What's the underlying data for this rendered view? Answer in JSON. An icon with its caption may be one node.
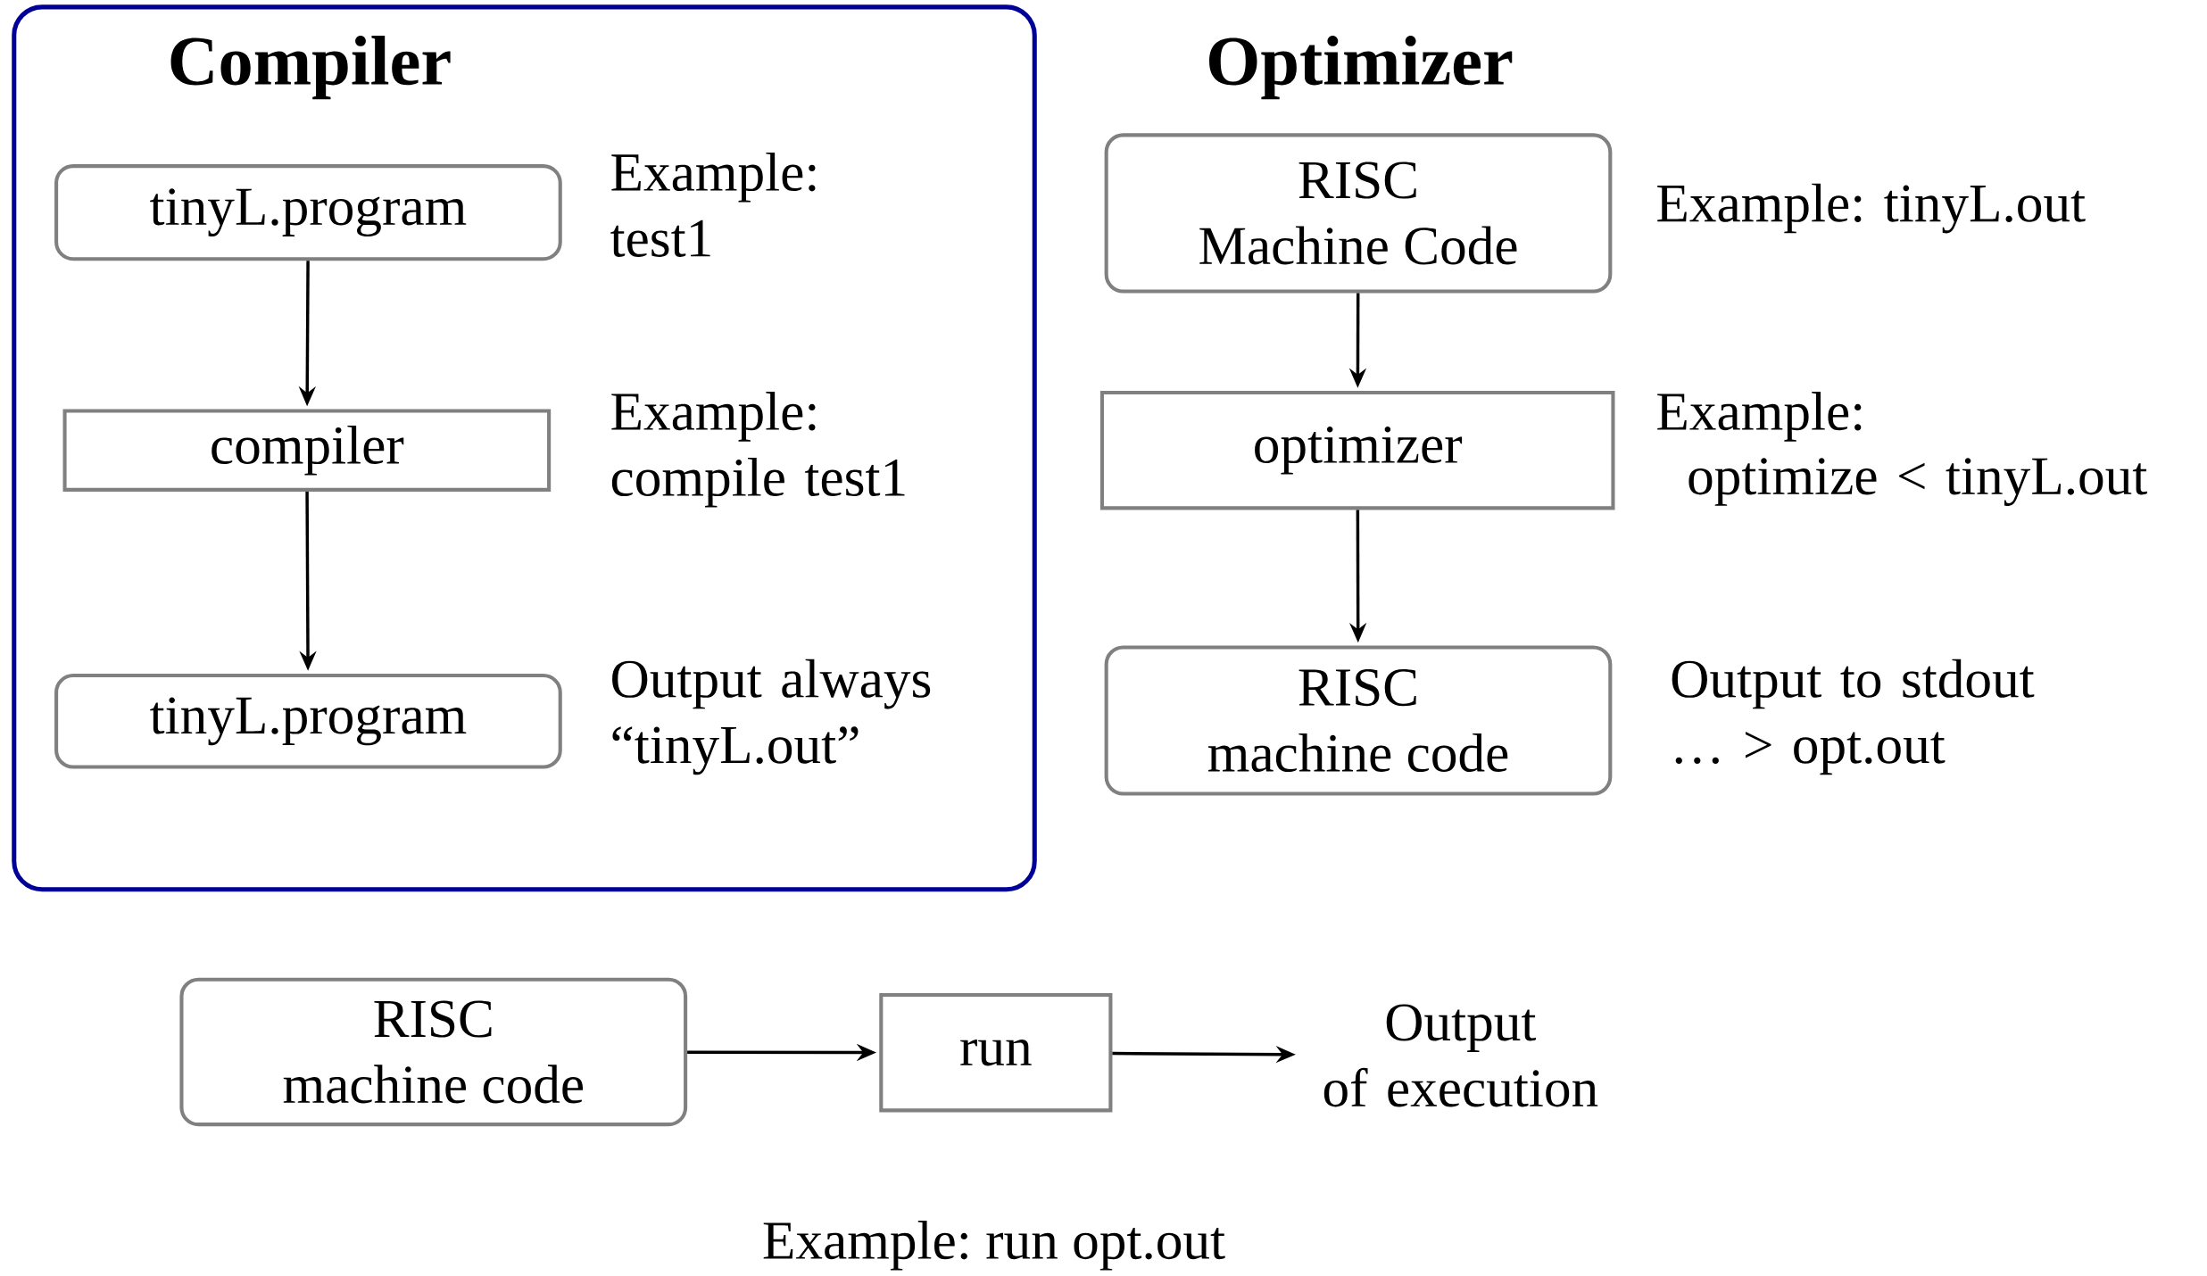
{
  "diagram": {
    "nodes": [
      {
        "text": [
          "Compiler"
        ]
      },
      {
        "text": [
          "tinyL.program"
        ],
        "in": 0,
        "beside": [
          "Example: test1"
        ]
      },
      {
        "text": [
          "compiler"
        ],
        "in": 0,
        "beside": [
          "Example: compile test1"
        ]
      },
      {
        "text": [
          "tinyL.program"
        ],
        "in": 0,
        "beside": [
          "Output always “tinyL.out”"
        ]
      },
      {
        "text": [
          "RISC",
          "Machine Code"
        ],
        "beside": [
          "Example: tinyL.out"
        ]
      },
      {
        "text": [
          "optimizer"
        ],
        "beside": [
          "Example:",
          "optimize < tinyL.out"
        ]
      },
      {
        "text": [
          "RISC",
          "machine code"
        ],
        "beside": [
          "Output to stdout … > opt.out"
        ]
      },
      {
        "text": [
          "RISC",
          "machine code"
        ]
      },
      {
        "text": [
          "run"
        ]
      },
      {
        "text": [
          "Output",
          "of execution"
        ]
      }
    ],
    "edges": [
      {
        "from": 1,
        "to": 2,
        "arrow": "to"
      },
      {
        "from": 2,
        "to": 3,
        "arrow": "to"
      },
      {
        "from": 4,
        "to": 5,
        "arrow": "to"
      },
      {
        "from": 5,
        "to": 6,
        "arrow": "to"
      },
      {
        "from": 7,
        "to": 8,
        "arrow": "to"
      },
      {
        "from": 8,
        "to": 9,
        "arrow": "to"
      }
    ],
    "labels": [
      "Optimizer",
      "Example: run opt.out"
    ]
  }
}
